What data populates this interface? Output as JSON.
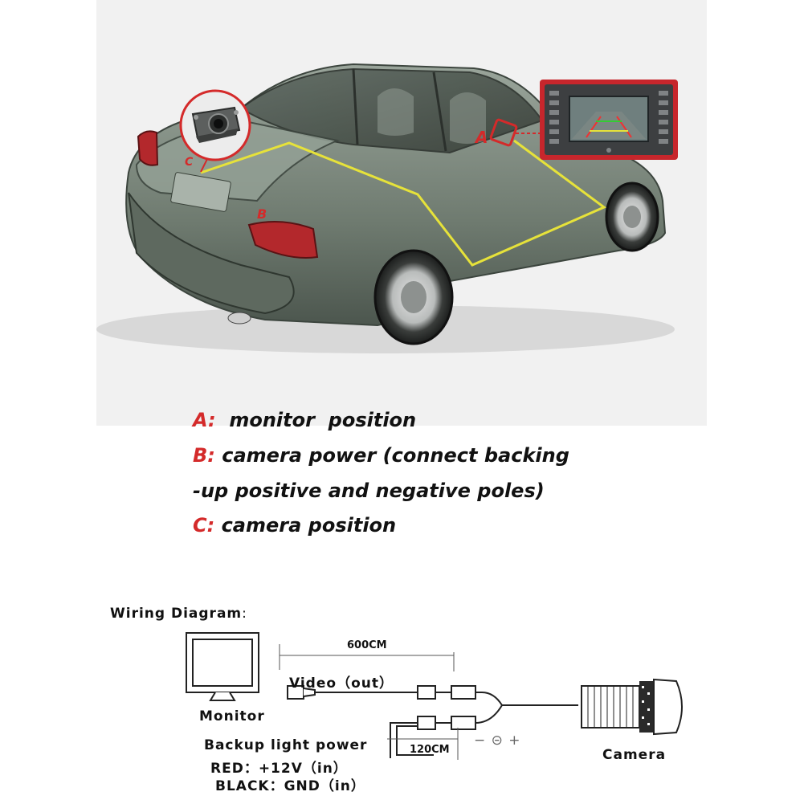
{
  "callouts": {
    "a": "A",
    "b": "B",
    "c": "C"
  },
  "legend": {
    "a": {
      "key": "A:",
      "text": "monitor  position"
    },
    "b": {
      "key": "B:",
      "text": "camera power (connect backing"
    },
    "b2": {
      "text": "-up positive and negative poles)"
    },
    "c": {
      "key": "C:",
      "text": "camera position"
    }
  },
  "wiring": {
    "title": "Wiring Diagram",
    "title_colon": ":",
    "monitor_label": "Monitor",
    "length_main": "600CM",
    "video_label": "Video（out）",
    "power_label": "Backup light power",
    "length_power": "120CM",
    "red_label": "RED：+12V（in）",
    "black_label": "BLACK：GND（in）",
    "camera_label": "Camera",
    "polarity": "− ⊝ +"
  },
  "colors": {
    "legend_key": "#d42a2a",
    "callout": "#d42a2a",
    "route_line": "#e6e23a",
    "car_body": "#7f8b7f",
    "taillight": "#b3282c"
  }
}
